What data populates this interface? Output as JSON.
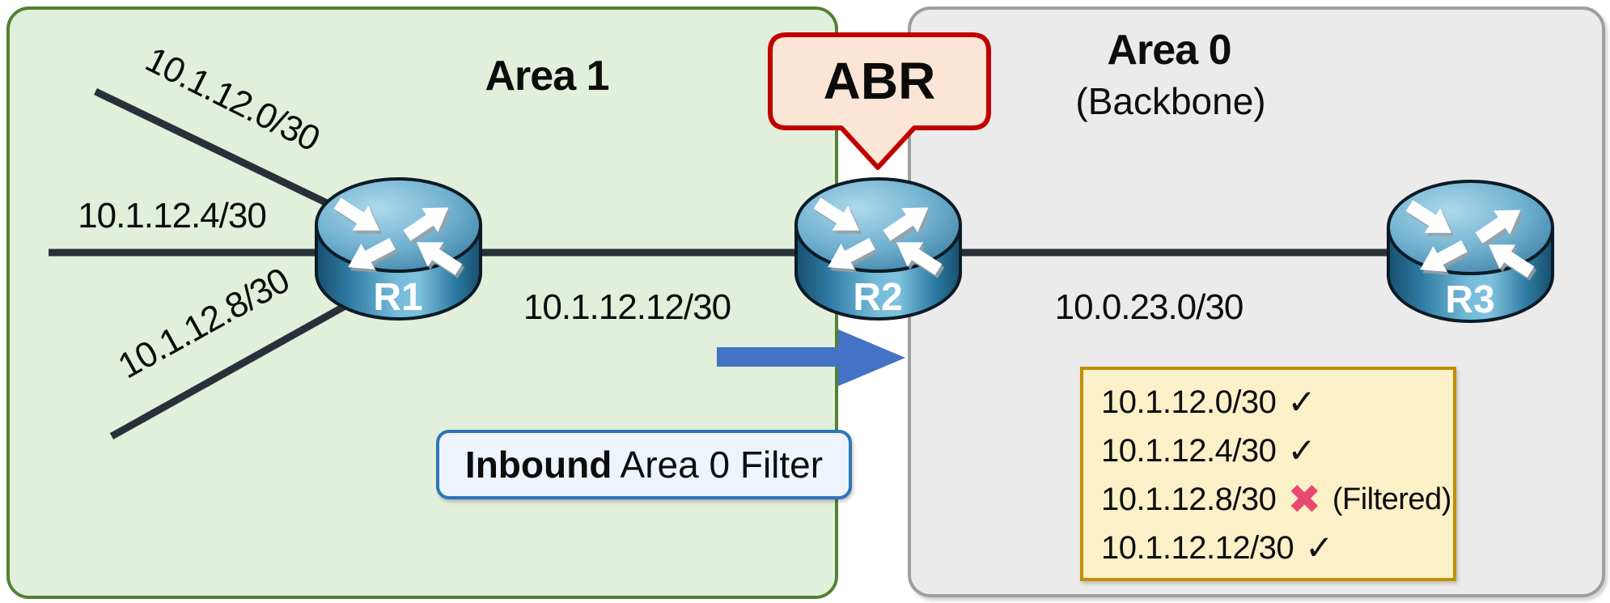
{
  "diagram": {
    "area1": {
      "title": "Area 1"
    },
    "area0": {
      "title": "Area 0",
      "subtitle": "(Backbone)"
    },
    "abr_callout": "ABR",
    "routers": {
      "r1": "R1",
      "r2": "R2",
      "r3": "R3"
    },
    "links": {
      "r1_stub_top": "10.1.12.0/30",
      "r1_stub_mid": "10.1.12.4/30",
      "r1_stub_bottom": "10.1.12.8/30",
      "r1_r2": "10.1.12.12/30",
      "r2_r3": "10.0.23.0/30"
    },
    "filter_label": {
      "bold": "Inbound",
      "rest": " Area 0 Filter"
    },
    "route_list": {
      "rows": [
        {
          "prefix": "10.1.12.0/30",
          "mark": "✓",
          "status": "advertised",
          "note": ""
        },
        {
          "prefix": "10.1.12.4/30",
          "mark": "✓",
          "status": "advertised",
          "note": ""
        },
        {
          "prefix": "10.1.12.8/30",
          "mark": "✖",
          "status": "filtered",
          "note": "(Filtered)"
        },
        {
          "prefix": "10.1.12.12/30",
          "mark": "✓",
          "status": "advertised",
          "note": ""
        }
      ]
    },
    "colors": {
      "area1_fill": "#e2efda",
      "area1_border": "#538135",
      "area0_fill": "#ebebeb",
      "area0_border": "#9e9e9e",
      "link_line": "#2a303a",
      "abr_fill": "#fbe5d6",
      "abr_border": "#c00000",
      "arrow_blue": "#4472c4",
      "filter_fill": "#edf4fb",
      "filter_border": "#2e75b6",
      "list_fill": "#fcf0c8",
      "list_border": "#bf9000",
      "check_color": "#111111",
      "cross_color": "#e8496f",
      "router_blue": "#2e7ba3"
    }
  }
}
